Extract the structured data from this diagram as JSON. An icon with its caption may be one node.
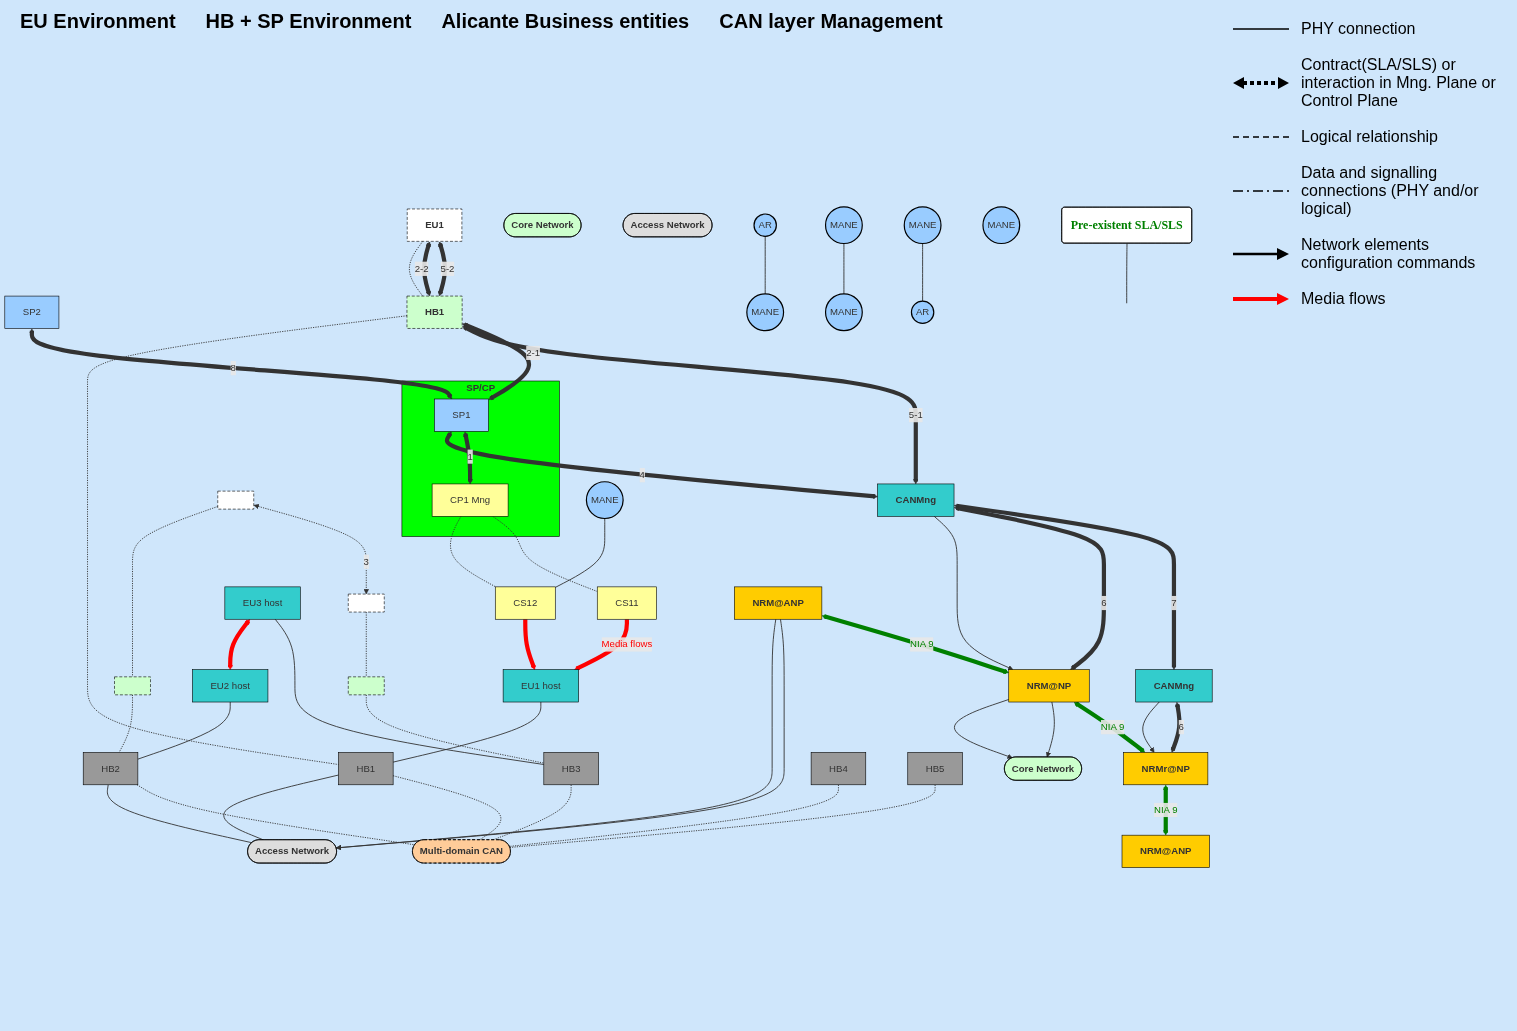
{
  "diagram": {
    "nodes": [
      {
        "text": [
          "EU1"
        ]
      },
      {
        "text": [],
        "shape": "box"
      },
      {
        "text": [],
        "shape": "box"
      },
      {
        "text": [
          "SP2"
        ]
      },
      {
        "text": [
          "SP/CP"
        ]
      },
      {
        "text": [
          "SP1"
        ],
        "in": 4
      },
      {
        "text": [
          "CP1 Mng"
        ],
        "in": 4
      },
      {
        "text": [
          "HB1"
        ]
      },
      {
        "text": [],
        "shape": "box"
      },
      {
        "text": [],
        "shape": "box"
      },
      {
        "text": [
          "CANMng"
        ]
      },
      {
        "text": [
          "CANMng"
        ]
      },
      {
        "text": [
          "NRM@ANP"
        ]
      },
      {
        "text": [
          "NRM@NP"
        ]
      },
      {
        "text": [
          "NRMr@NP"
        ]
      },
      {
        "text": [
          "NRM@ANP"
        ]
      },
      {
        "text": [
          "Access Network"
        ]
      },
      {
        "text": [
          "Core Network"
        ]
      },
      {
        "text": [
          "Core Network"
        ]
      },
      {
        "text": [
          "Access Network"
        ]
      },
      {
        "text": [
          "Multi-domain CAN"
        ]
      },
      {
        "text": [
          "EU3 host"
        ]
      },
      {
        "text": [
          "HB3"
        ]
      },
      {
        "text": [
          "EU2 host"
        ]
      },
      {
        "text": [
          "HB2"
        ]
      },
      {
        "text": [
          "EU1 host"
        ]
      },
      {
        "text": [
          "HB1"
        ]
      },
      {
        "text": [
          "AR"
        ]
      },
      {
        "text": [
          "MANE"
        ]
      },
      {
        "text": [
          "MANE"
        ]
      },
      {
        "text": [
          "MANE"
        ]
      },
      {
        "text": [
          "MANE"
        ]
      },
      {
        "text": [
          "MANE"
        ]
      },
      {
        "text": [
          "MANE"
        ]
      },
      {
        "text": [
          "AR"
        ]
      },
      {
        "text": [
          "HB4"
        ]
      },
      {
        "text": [
          "HB5"
        ]
      },
      {
        "text": [
          "CS11"
        ]
      },
      {
        "text": [
          "CS12"
        ]
      },
      {
        "text": [
          "Pre-existent SLA/SLS"
        ]
      }
    ],
    "edges": [
      {
        "from": 0,
        "to": 7,
        "arrow": "both",
        "label": "5-2",
        "style": "thick"
      },
      {
        "from": 0,
        "to": 7,
        "arrow": "both",
        "label": "2-2",
        "style": "thick"
      },
      {
        "from": 0,
        "to": 7,
        "arrow": "none",
        "style": "dashed"
      },
      {
        "from": 1,
        "to": 2,
        "arrow": "both",
        "label": "3",
        "style": "dashed"
      },
      {
        "from": 1,
        "to": 8,
        "arrow": "none",
        "style": "dashed"
      },
      {
        "from": 2,
        "to": 9,
        "arrow": "none",
        "style": "dashed"
      },
      {
        "from": 3,
        "to": 5,
        "arrow": "both",
        "label": "8",
        "style": "thick"
      },
      {
        "from": 5,
        "to": 6,
        "arrow": "both",
        "label": "1",
        "style": "thick"
      },
      {
        "from": 7,
        "to": 5,
        "arrow": "both",
        "label": "2-1",
        "style": "thick"
      },
      {
        "from": 5,
        "to": 10,
        "arrow": "both",
        "label": "4",
        "style": "thick"
      },
      {
        "from": 7,
        "to": 10,
        "arrow": "both",
        "label": "5-1",
        "style": "thick"
      },
      {
        "from": 10,
        "to": 11,
        "arrow": "both",
        "label": "7",
        "style": "thick"
      },
      {
        "from": 10,
        "to": 13,
        "arrow": "both",
        "label": "6",
        "style": "thick"
      },
      {
        "from": 10,
        "to": 13,
        "arrow": "to"
      },
      {
        "from": 11,
        "to": 14,
        "arrow": "both",
        "label": "6",
        "style": "thick"
      },
      {
        "from": 11,
        "to": 14,
        "arrow": "to"
      },
      {
        "from": 12,
        "to": 13,
        "arrow": "both",
        "label": "NIA 9",
        "style": "thick",
        "color": "#008000"
      },
      {
        "from": 13,
        "to": 14,
        "arrow": "both",
        "label": "NIA 9",
        "style": "thick",
        "color": "#008000"
      },
      {
        "from": 14,
        "to": 15,
        "arrow": "both",
        "label": "NIA 9",
        "style": "thick",
        "color": "#008000"
      },
      {
        "from": 12,
        "to": 16,
        "arrow": "to"
      },
      {
        "from": 12,
        "to": 16,
        "arrow": "to"
      },
      {
        "from": 13,
        "to": 17,
        "arrow": "to"
      },
      {
        "from": 13,
        "to": 17,
        "arrow": "to"
      },
      {
        "from": 7,
        "to": 26,
        "arrow": "none",
        "style": "dashed"
      },
      {
        "from": 8,
        "to": 24,
        "arrow": "none",
        "style": "dashed"
      },
      {
        "from": 9,
        "to": 22,
        "arrow": "none",
        "style": "dashed"
      },
      {
        "from": 6,
        "to": 37,
        "arrow": "none",
        "style": "dashed"
      },
      {
        "from": 6,
        "to": 38,
        "arrow": "none",
        "style": "dashed"
      },
      {
        "from": 22,
        "to": 20,
        "arrow": "none",
        "style": "dashed"
      },
      {
        "from": 24,
        "to": 20,
        "arrow": "none",
        "style": "dashed"
      },
      {
        "from": 26,
        "to": 20,
        "arrow": "none",
        "style": "dashed"
      },
      {
        "from": 35,
        "to": 20,
        "arrow": "none",
        "style": "dashed"
      },
      {
        "from": 36,
        "to": 20,
        "arrow": "none",
        "style": "dashed"
      },
      {
        "from": 21,
        "to": 22,
        "arrow": "none"
      },
      {
        "from": 23,
        "to": 24,
        "arrow": "none"
      },
      {
        "from": 25,
        "to": 26,
        "arrow": "none"
      },
      {
        "from": 24,
        "to": 16,
        "arrow": "none"
      },
      {
        "from": 26,
        "to": 16,
        "arrow": "none"
      },
      {
        "from": 27,
        "to": 28,
        "arrow": "none"
      },
      {
        "from": 30,
        "to": 31,
        "arrow": "none"
      },
      {
        "from": 32,
        "to": 34,
        "arrow": "none"
      },
      {
        "from": 29,
        "to": 38,
        "arrow": "none"
      },
      {
        "from": 21,
        "to": 23,
        "arrow": "both",
        "style": "thick",
        "color": "#ff0000"
      },
      {
        "from": 38,
        "to": 25,
        "arrow": "to",
        "style": "thick",
        "color": "#ff0000"
      },
      {
        "from": 37,
        "to": 25,
        "arrow": "to",
        "label": "Media flows",
        "style": "thick",
        "color": "#ff0000"
      },
      {
        "from": 39,
        "to": null,
        "arrow": "none"
      }
    ],
    "labels": [
      "EU Environment",
      "HB + SP Environment",
      "Alicante Business entities",
      "CAN layer Management"
    ],
    "legend": [
      {
        "text": "PHY connection"
      },
      {
        "text": "Contract(SLA/SLS) or interaction in Mng. Plane or Control Plane"
      },
      {
        "text": "Logical relationship"
      },
      {
        "text": "Data and signalling connections (PHY and/or logical)"
      },
      {
        "text": "Network elements configuration commands"
      },
      {
        "text": "Media flows"
      }
    ]
  }
}
